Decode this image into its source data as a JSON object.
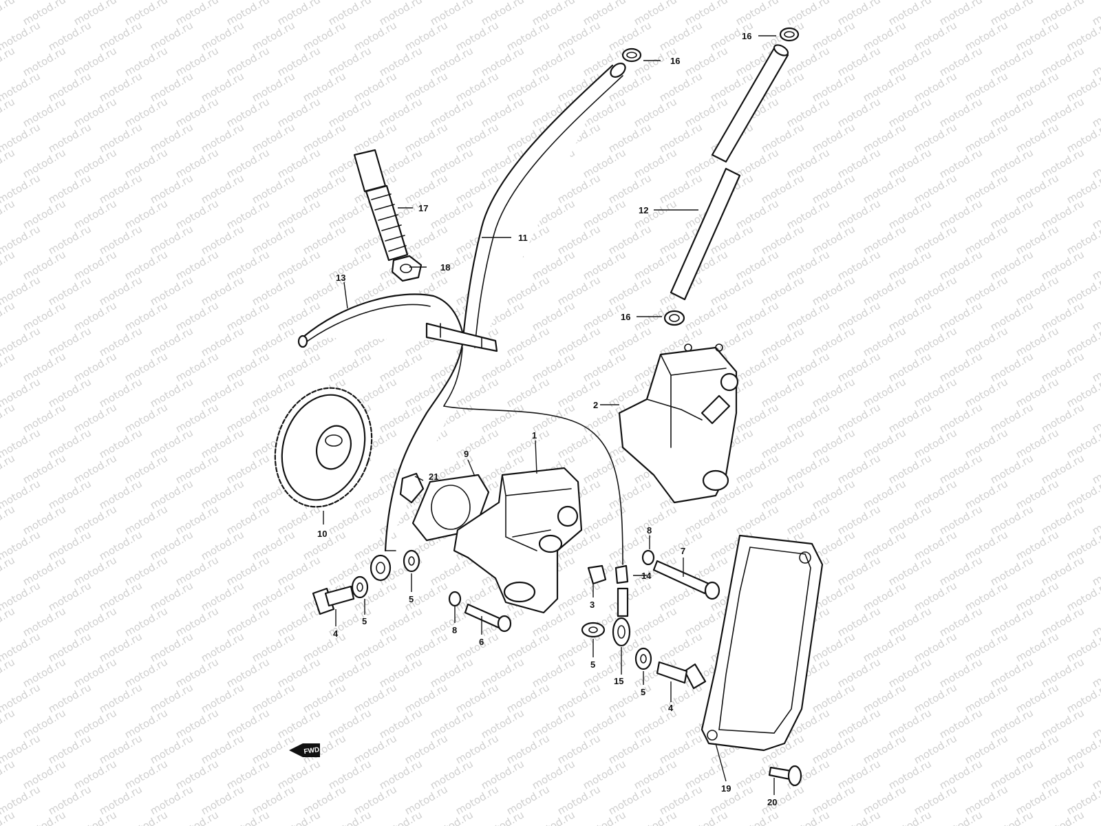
{
  "watermark": "motod.ru",
  "fwd_badge": "FWD",
  "callouts": [
    {
      "id": "c16a",
      "text": "16"
    },
    {
      "id": "c16b",
      "text": "16"
    },
    {
      "id": "c16c",
      "text": "16"
    },
    {
      "id": "c17",
      "text": "17"
    },
    {
      "id": "c11",
      "text": "11"
    },
    {
      "id": "c12",
      "text": "12"
    },
    {
      "id": "c18",
      "text": "18"
    },
    {
      "id": "c13",
      "text": "13"
    },
    {
      "id": "c2",
      "text": "2"
    },
    {
      "id": "c9",
      "text": "9"
    },
    {
      "id": "c1",
      "text": "1"
    },
    {
      "id": "c21",
      "text": "21"
    },
    {
      "id": "c10",
      "text": "10"
    },
    {
      "id": "c8a",
      "text": "8"
    },
    {
      "id": "c7",
      "text": "7"
    },
    {
      "id": "c5a",
      "text": "5"
    },
    {
      "id": "c14",
      "text": "14"
    },
    {
      "id": "c3",
      "text": "3"
    },
    {
      "id": "c4a",
      "text": "4"
    },
    {
      "id": "c5b",
      "text": "5"
    },
    {
      "id": "c8b",
      "text": "8"
    },
    {
      "id": "c6",
      "text": "6"
    },
    {
      "id": "c5c",
      "text": "5"
    },
    {
      "id": "c15",
      "text": "15"
    },
    {
      "id": "c5d",
      "text": "5"
    },
    {
      "id": "c4b",
      "text": "4"
    },
    {
      "id": "c19",
      "text": "19"
    },
    {
      "id": "c20",
      "text": "20"
    }
  ]
}
